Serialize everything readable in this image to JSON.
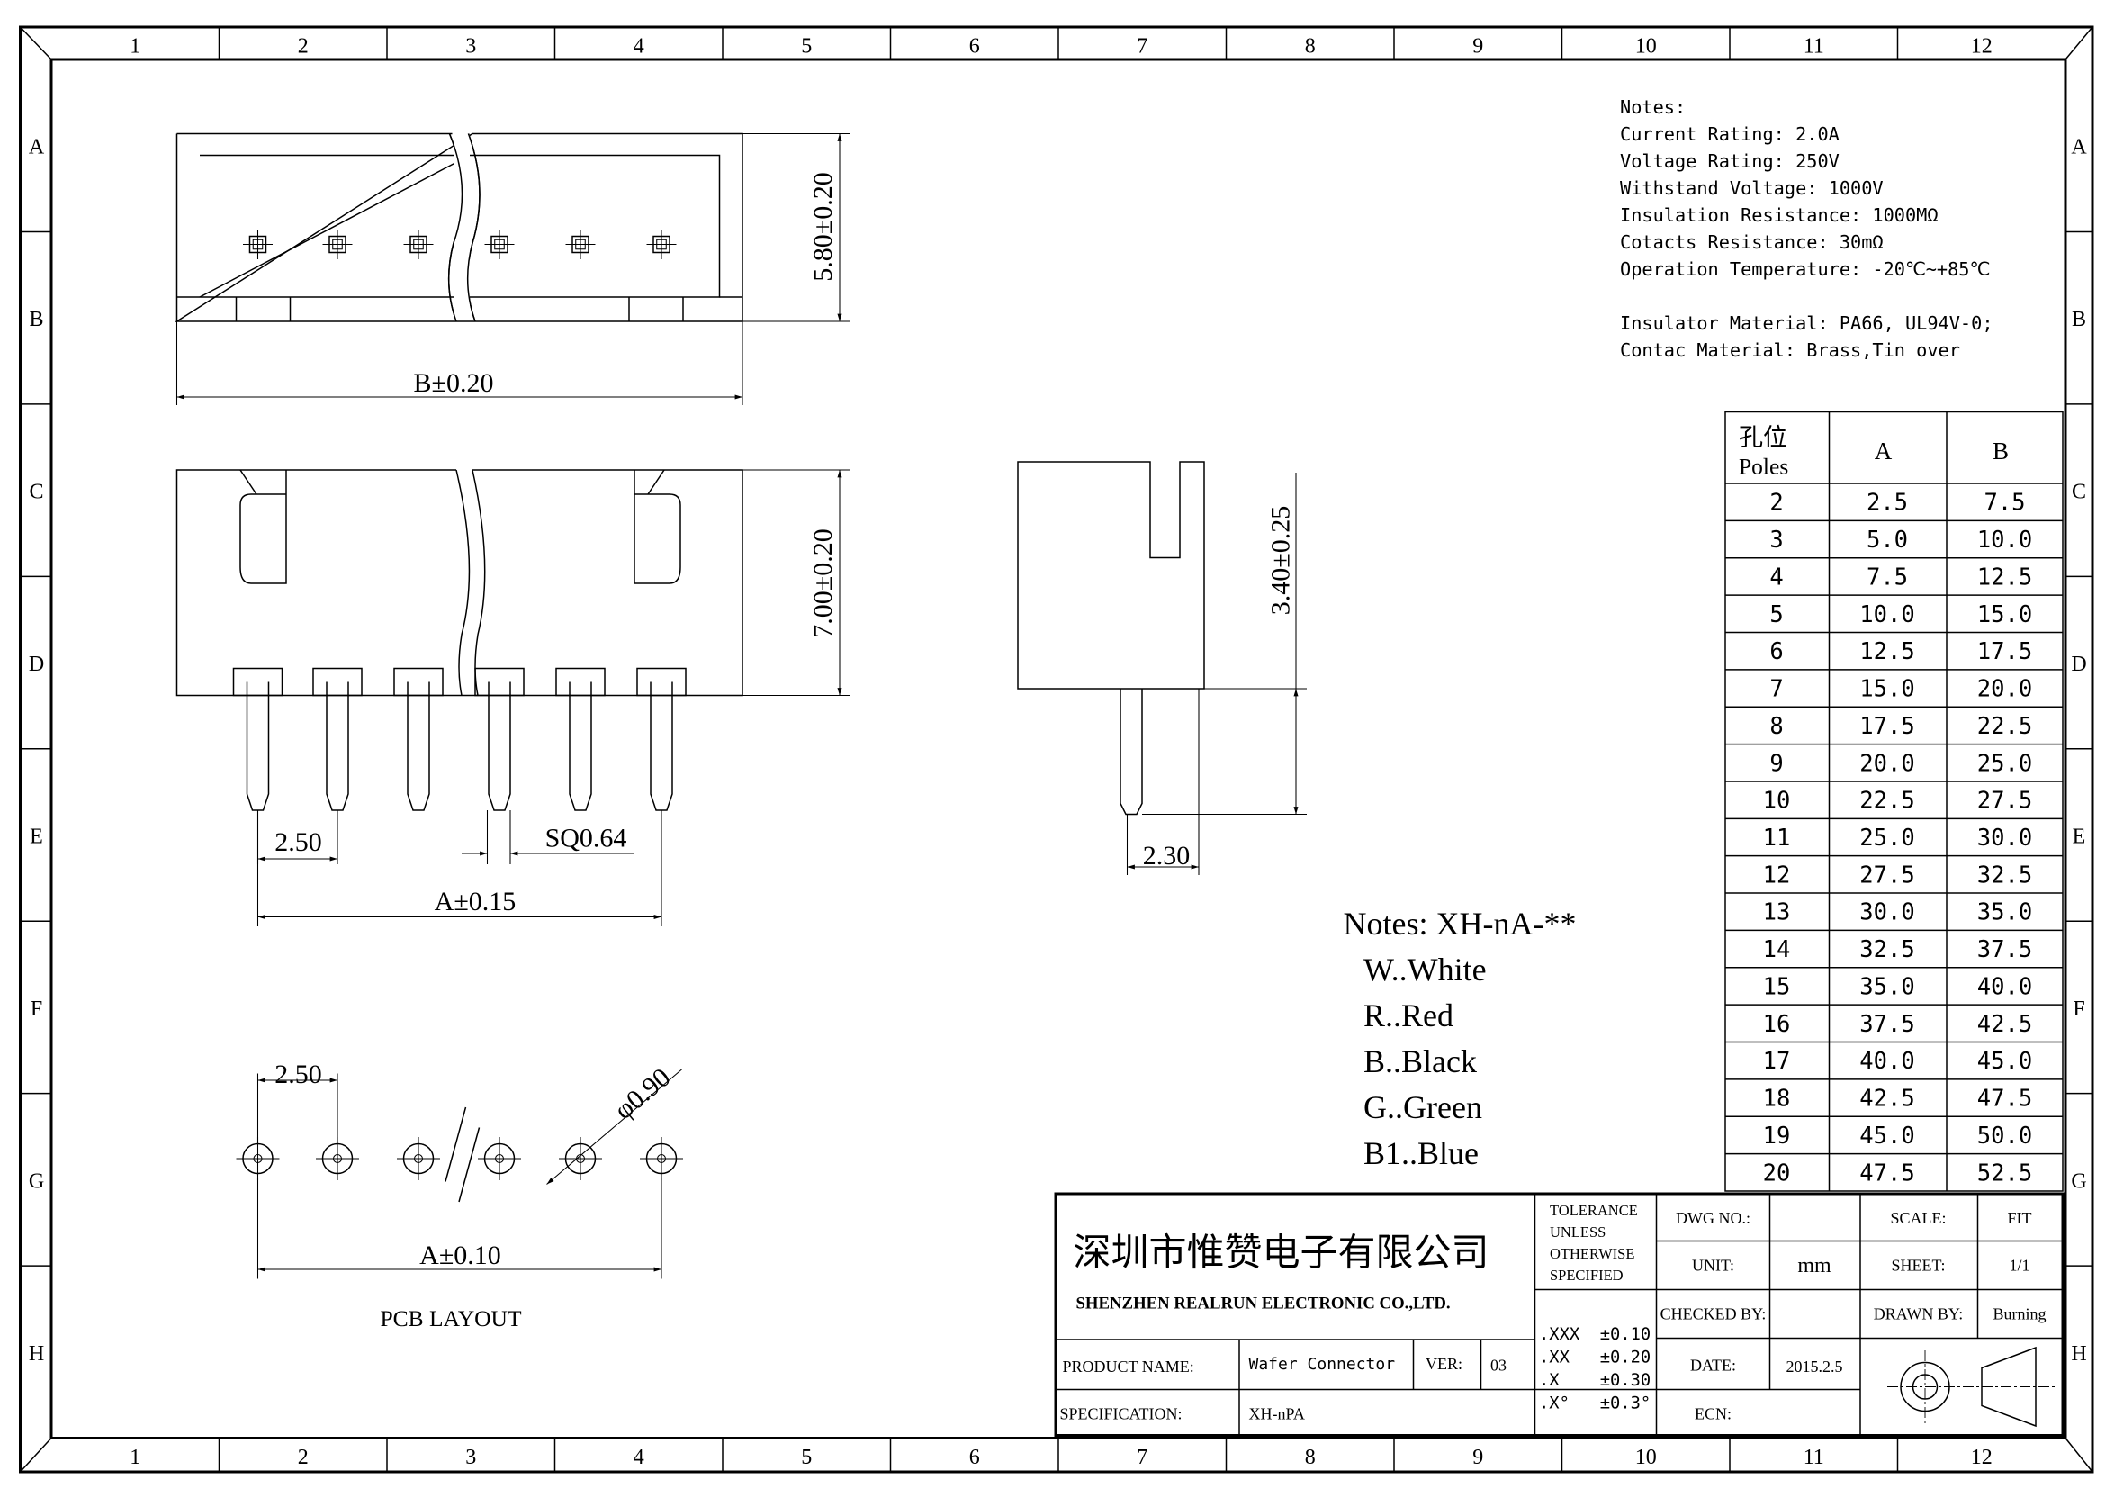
{
  "border": {
    "columns": [
      "1",
      "2",
      "3",
      "4",
      "5",
      "6",
      "7",
      "8",
      "9",
      "10",
      "11",
      "12"
    ],
    "rows": [
      "A",
      "B",
      "C",
      "D",
      "E",
      "F",
      "G",
      "H"
    ]
  },
  "notes": {
    "title": "Notes:",
    "lines": [
      "Current Rating: 2.0A",
      "Voltage Rating: 250V",
      "Withstand Voltage: 1000V",
      "Insulation Resistance: 1000MΩ",
      "Cotacts Resistance: 30mΩ",
      "Operation Temperature: -20℃~+85℃"
    ],
    "materials": [
      "Insulator Material: PA66, UL94V-0;",
      "Contac Material: Brass,Tin over"
    ]
  },
  "table": {
    "header": {
      "cn": "孔位",
      "en": "Poles",
      "a": "A",
      "b": "B"
    },
    "rows": [
      [
        "2",
        "2.5",
        "7.5"
      ],
      [
        "3",
        "5.0",
        "10.0"
      ],
      [
        "4",
        "7.5",
        "12.5"
      ],
      [
        "5",
        "10.0",
        "15.0"
      ],
      [
        "6",
        "12.5",
        "17.5"
      ],
      [
        "7",
        "15.0",
        "20.0"
      ],
      [
        "8",
        "17.5",
        "22.5"
      ],
      [
        "9",
        "20.0",
        "25.0"
      ],
      [
        "10",
        "22.5",
        "27.5"
      ],
      [
        "11",
        "25.0",
        "30.0"
      ],
      [
        "12",
        "27.5",
        "32.5"
      ],
      [
        "13",
        "30.0",
        "35.0"
      ],
      [
        "14",
        "32.5",
        "37.5"
      ],
      [
        "15",
        "35.0",
        "40.0"
      ],
      [
        "16",
        "37.5",
        "42.5"
      ],
      [
        "17",
        "40.0",
        "45.0"
      ],
      [
        "18",
        "42.5",
        "47.5"
      ],
      [
        "19",
        "45.0",
        "50.0"
      ],
      [
        "20",
        "47.5",
        "52.5"
      ]
    ]
  },
  "color_notes": {
    "title": "Notes:  XH-nA-**",
    "items": [
      "W..White",
      "R..Red",
      "B..Black",
      "G..Green",
      "B1..Blue"
    ]
  },
  "dimensions": {
    "top_height": "5.80±0.20",
    "top_width": "B±0.20",
    "front_height": "7.00±0.20",
    "pitch": "2.50",
    "pin_size": "SQ0.64",
    "front_length": "A±0.15",
    "side_height": "3.40±0.25",
    "side_pin": "2.30",
    "pcb_pitch": "2.50",
    "hole": "φ0.90",
    "pcb_length": "A±0.10",
    "pcb_title": "PCB LAYOUT"
  },
  "title_block": {
    "company_cn": "深圳市惟赞电子有限公司",
    "company_en": "SHENZHEN REALRUN ELECTRONIC CO.,LTD.",
    "tolerance_title": [
      "TOLERANCE",
      "UNLESS",
      "OTHERWISE",
      "SPECIFIED"
    ],
    "tolerances": [
      ".XXX  ±0.10",
      ".XX   ±0.20",
      ".X    ±0.30",
      ".X°   ±0.3°"
    ],
    "dwg_no_label": "DWG NO.:",
    "dwg_no": "",
    "unit_label": "UNIT:",
    "unit": "mm",
    "checked_by_label": "CHECKED BY:",
    "checked_by": "",
    "date_label": "DATE:",
    "date": "2015.2.5",
    "ecn_label": "ECN:",
    "ecn": "",
    "scale_label": "SCALE:",
    "scale": "FIT",
    "sheet_label": "SHEET:",
    "sheet": "1/1",
    "drawn_by_label": "DRAWN BY:",
    "drawn_by": "Burning",
    "product_name_label": "PRODUCT NAME:",
    "product_name": "Wafer Connector",
    "ver_label": "VER:",
    "ver": "03",
    "specification_label": "SPECIFICATION:",
    "specification": "XH-nPA"
  }
}
